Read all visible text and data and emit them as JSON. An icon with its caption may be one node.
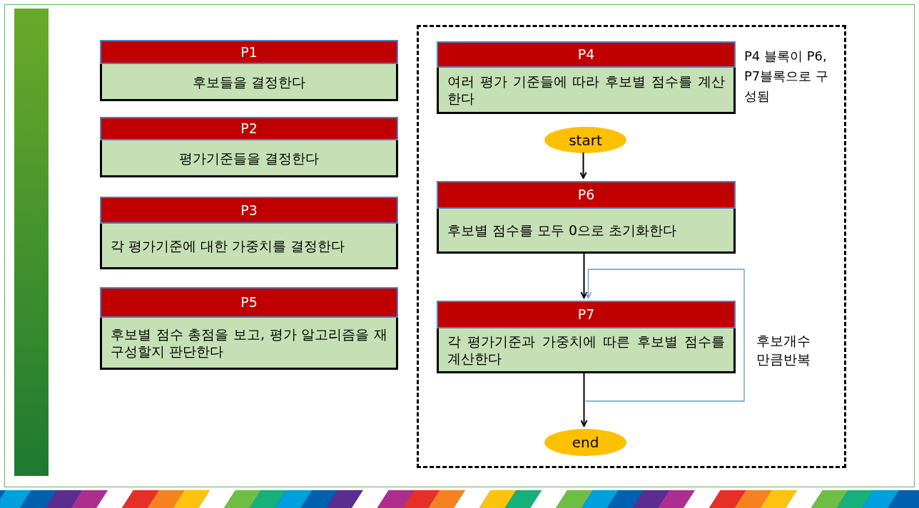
{
  "diagram": {
    "nodes": [
      {
        "text": [
          "P1",
          "후보들을 결정한다"
        ]
      },
      {
        "text": [
          "P2",
          "평가기준들을 결정한다"
        ]
      },
      {
        "text": [
          "P3",
          "각 평가기준에 대한 가중치를 결정한다"
        ]
      },
      {
        "text": [
          "P5",
          "후보별 점수 총점을 보고, 평가 알고리즘을 재구성할지 판단한다"
        ]
      },
      {
        "text": [],
        "shape": "box"
      },
      {
        "text": [
          "P4",
          "여러 평가 기준들에 따라 후보별 점수를 계산한다"
        ],
        "in": 4,
        "beside": [
          "P4 블록이 P6, P7블록으로 구성됨"
        ]
      },
      {
        "text": [
          "start"
        ],
        "in": 4
      },
      {
        "text": [
          "P6",
          "후보별 점수를 모두 0으로 초기화한다"
        ],
        "in": 4
      },
      {
        "text": [
          "P7",
          "각 평가기준과 가중치에 따른 후보별 점수를 계산한다"
        ],
        "in": 4
      },
      {
        "text": [
          "end"
        ],
        "in": 4
      }
    ],
    "edges": [
      {
        "from": 6,
        "to": 7,
        "arrow": "to"
      },
      {
        "from": 7,
        "to": 8,
        "arrow": "to"
      },
      {
        "from": 8,
        "to": 9,
        "arrow": "to"
      },
      {
        "from": 8,
        "to": 8,
        "arrow": "to",
        "label": "후보개수 만큼반복",
        "color": "#5b9bd5"
      }
    ]
  }
}
